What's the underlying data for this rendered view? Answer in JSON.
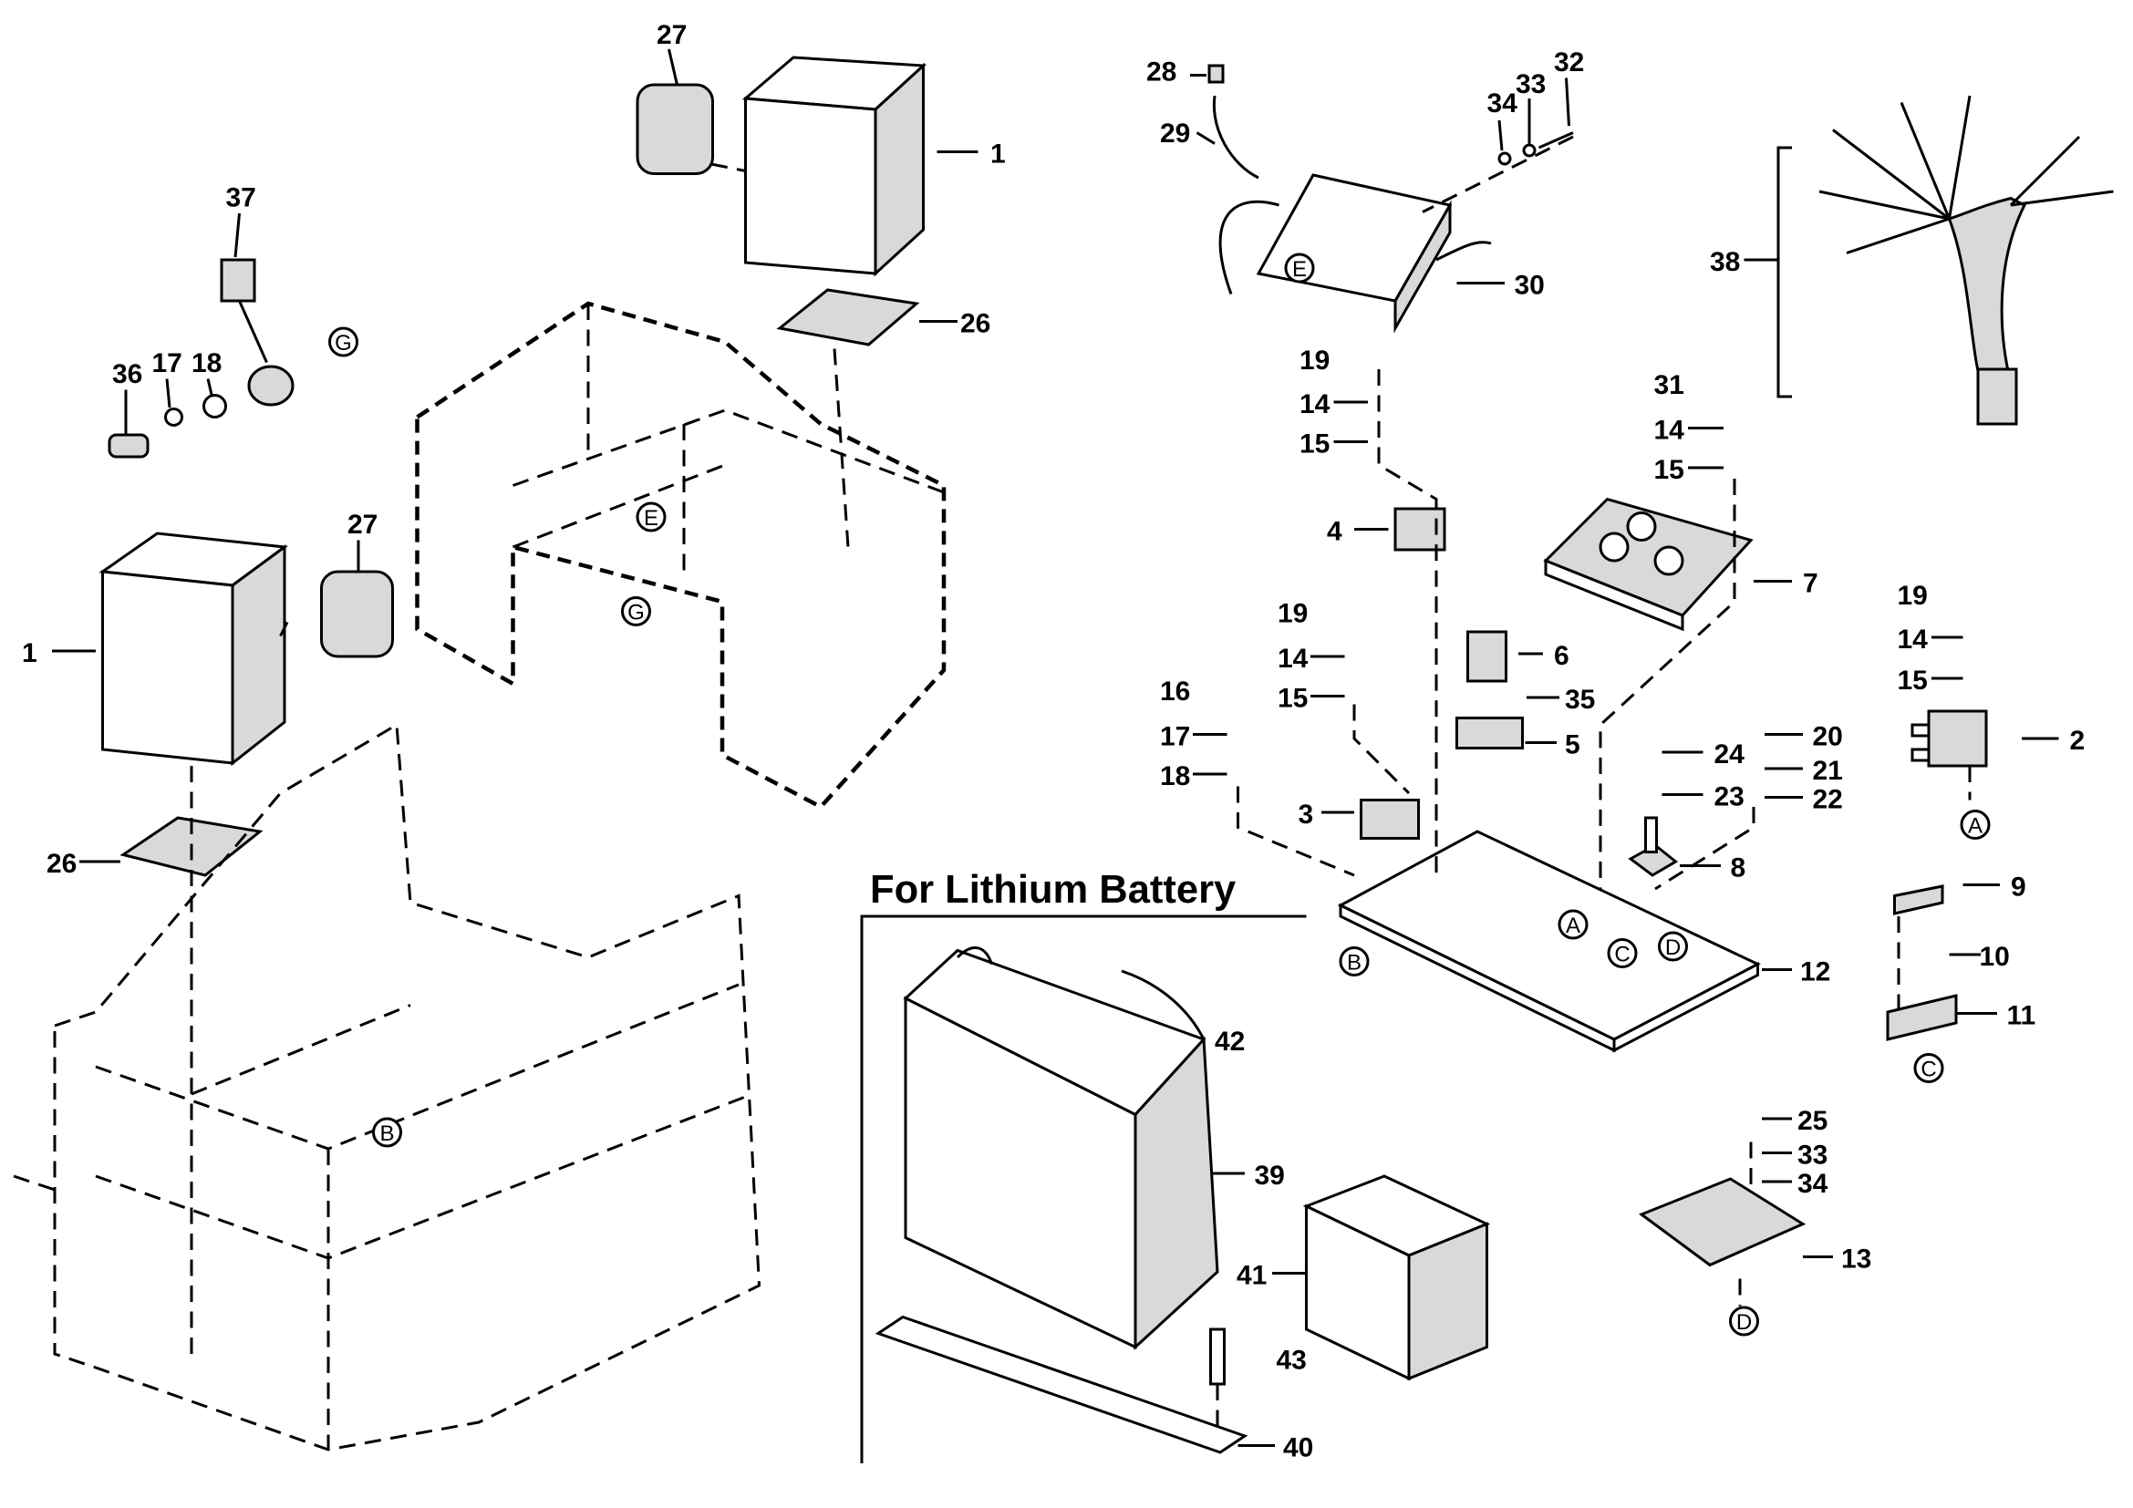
{
  "section_label": "For Lithium Battery",
  "callouts": [
    "27",
    "1",
    "37",
    "36",
    "17",
    "18",
    "26",
    "27",
    "1",
    "26",
    "28",
    "29",
    "34",
    "33",
    "32",
    "30",
    "38",
    "19",
    "14",
    "15",
    "31",
    "14",
    "15",
    "4",
    "7",
    "19",
    "14",
    "15",
    "2",
    "19",
    "14",
    "15",
    "6",
    "35",
    "5",
    "16",
    "17",
    "18",
    "20",
    "24",
    "21",
    "23",
    "22",
    "3",
    "8",
    "9",
    "10",
    "11",
    "12",
    "42",
    "39",
    "41",
    "43",
    "40",
    "25",
    "33",
    "34",
    "13"
  ],
  "reference_markers": [
    "G",
    "E",
    "G",
    "B",
    "E",
    "A",
    "A",
    "C",
    "D",
    "B",
    "C",
    "D"
  ]
}
